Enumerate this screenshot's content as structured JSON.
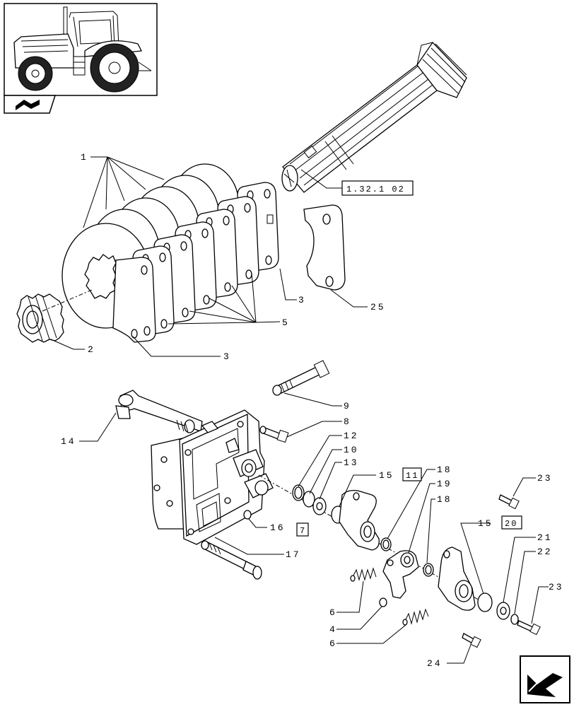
{
  "callouts": {
    "c1": "1",
    "c2": "2",
    "c3a": "3",
    "c3b": "3",
    "c4": "4",
    "c5": "5",
    "c6a": "6",
    "c6b": "6",
    "c8": "8",
    "c9": "9",
    "c10": "10",
    "c12": "12",
    "c13": "13",
    "c14": "14",
    "c15a": "15",
    "c15b": "15",
    "c16": "16",
    "c17": "17",
    "c18a": "18",
    "c18b": "18",
    "c19": "19",
    "c21": "21",
    "c22": "22",
    "c23a": "23",
    "c23b": "23",
    "c24": "24",
    "c25": "25"
  },
  "boxed_refs": {
    "shaft_ref": "1.32.1 02",
    "ref_11": "11",
    "ref_7": "7",
    "ref_20": "20"
  },
  "icons": {
    "thumbnail": "tractor-thumbnail",
    "section": "section-icon",
    "next": "next-page-arrow-icon"
  }
}
